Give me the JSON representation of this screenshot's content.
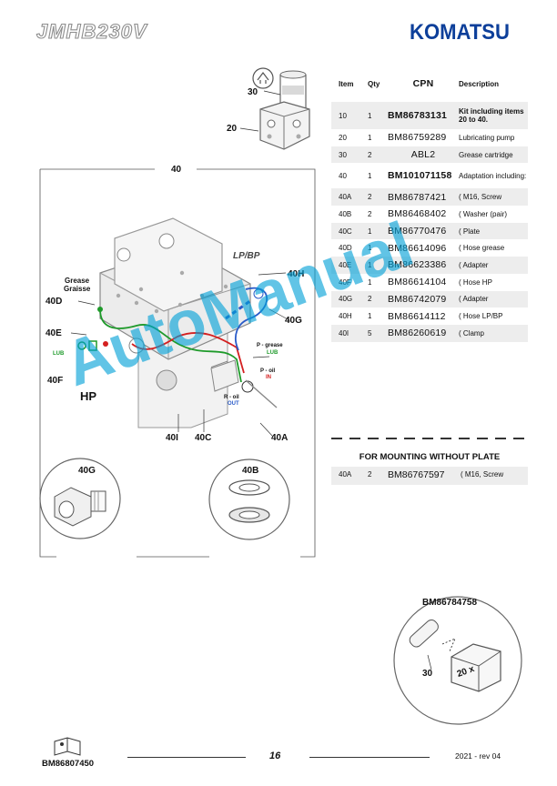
{
  "header": {
    "model": "JMHB230V",
    "brand": "KOMATSU"
  },
  "table": {
    "headers": {
      "item": "Item",
      "qty": "Qty",
      "cpn": "CPN",
      "description": "Description"
    },
    "rows": [
      {
        "item": "10",
        "qty": "1",
        "cpn": "BM86783131",
        "description": "Kit including items 20 to 40."
      },
      {
        "item": "20",
        "qty": "1",
        "cpn": "BM86759289",
        "description": "Lubricating pump"
      },
      {
        "item": "30",
        "qty": "2",
        "cpn": "ABL2",
        "description": "Grease  cartridge"
      },
      {
        "item": "40",
        "qty": "1",
        "cpn": "BM101071158",
        "description": "Adaptation including:"
      },
      {
        "item": "40A",
        "qty": "2",
        "cpn": "BM86787421",
        "description": "( M16, Screw"
      },
      {
        "item": "40B",
        "qty": "2",
        "cpn": "BM86468402",
        "description": "( Washer (pair)"
      },
      {
        "item": "40C",
        "qty": "1",
        "cpn": "BM86770476",
        "description": "( Plate"
      },
      {
        "item": "40D",
        "qty": "1",
        "cpn": "BM86614096",
        "description": "( Hose  grease"
      },
      {
        "item": "40E",
        "qty": "1",
        "cpn": "BM86623386",
        "description": "( Adapter"
      },
      {
        "item": "40F",
        "qty": "1",
        "cpn": "BM86614104",
        "description": "( Hose  HP"
      },
      {
        "item": "40G",
        "qty": "2",
        "cpn": "BM86742079",
        "description": "( Adapter"
      },
      {
        "item": "40H",
        "qty": "1",
        "cpn": "BM86614112",
        "description": "( Hose LP/BP"
      },
      {
        "item": "40I",
        "qty": "5",
        "cpn": "BM86260619",
        "description": "( Clamp"
      }
    ]
  },
  "mounting": {
    "title": "FOR MOUNTING WITHOUT PLATE",
    "row": {
      "item": "40A",
      "qty": "2",
      "cpn": "BM86767597",
      "description": "( M16, Screw"
    }
  },
  "drawing": {
    "label_30_top": "30",
    "label_20": "20",
    "label_40": "40",
    "label_grease": "Grease",
    "label_graisse": "Graisse",
    "label_40D": "40D",
    "label_40E": "40E",
    "label_40F": "40F",
    "label_HP": "HP",
    "label_LPBP": "LP/BP",
    "label_40H": "40H",
    "label_40G": "40G",
    "label_40I": "40I",
    "label_40C": "40C",
    "label_40A": "40A",
    "label_lub": "LUB",
    "label_pgrease": "P - grease",
    "label_lub2": "LUB",
    "label_poil": "P - oil",
    "label_in": "IN",
    "label_roil": "R - oil",
    "label_out": "OUT",
    "label_detail_40G": "40G",
    "label_detail_40B": "40B",
    "kit_code": "BM86784758",
    "label_30_kit": "30",
    "box_label": "20 x"
  },
  "watermark": "AutoManual",
  "footer": {
    "code": "BM86807450",
    "page": "16",
    "rev": "2021 -  rev 04"
  },
  "colors": {
    "brand_blue": "#0d3f9a",
    "grease_green": "#1e9a2a",
    "hp_red": "#d42020",
    "lp_blue": "#2a5bc8",
    "watermark": "#00a0d7"
  }
}
